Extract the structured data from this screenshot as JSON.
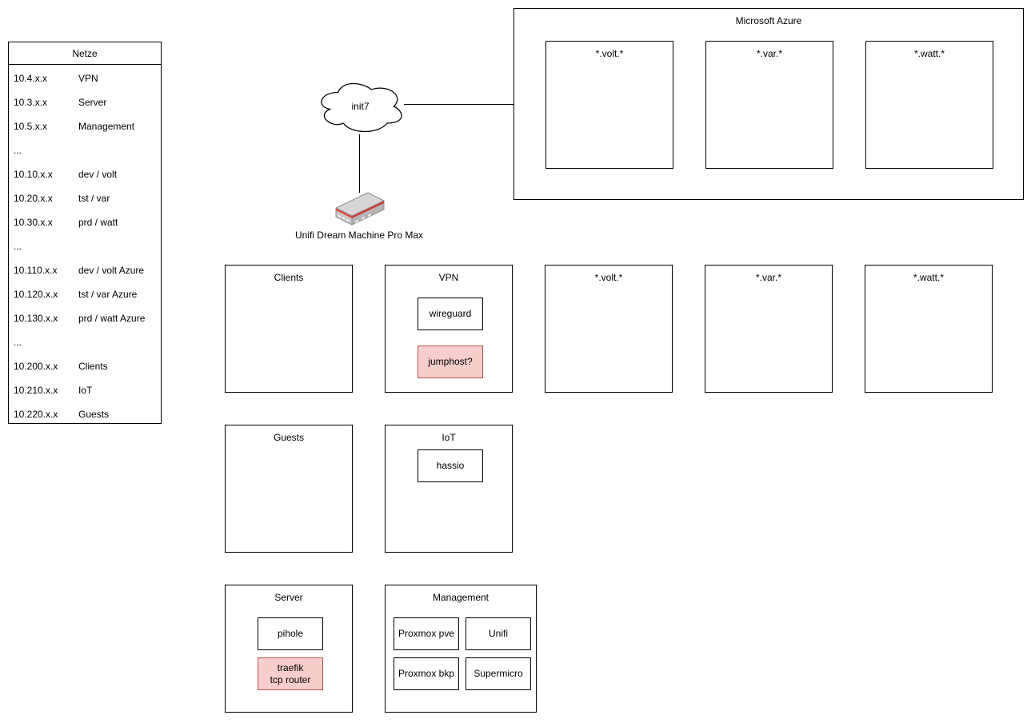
{
  "netze": {
    "title": "Netze",
    "rows": [
      {
        "cidr": "10.4.x.x",
        "label": "VPN"
      },
      {
        "cidr": "10.3.x.x",
        "label": "Server"
      },
      {
        "cidr": "10.5.x.x",
        "label": "Management"
      },
      {
        "cidr": "...",
        "label": ""
      },
      {
        "cidr": "10.10.x.x",
        "label": "dev / volt"
      },
      {
        "cidr": "10.20.x.x",
        "label": "tst / var"
      },
      {
        "cidr": "10.30.x.x",
        "label": "prd / watt"
      },
      {
        "cidr": "...",
        "label": ""
      },
      {
        "cidr": "10.110.x.x",
        "label": "dev / volt Azure"
      },
      {
        "cidr": "10.120.x.x",
        "label": "tst / var Azure"
      },
      {
        "cidr": "10.130.x.x",
        "label": "prd / watt Azure"
      },
      {
        "cidr": "...",
        "label": ""
      },
      {
        "cidr": "10.200.x.x",
        "label": "Clients"
      },
      {
        "cidr": "10.210.x.x",
        "label": "IoT"
      },
      {
        "cidr": "10.220.x.x",
        "label": "Guests"
      }
    ]
  },
  "wan": {
    "cloud_label": "init7",
    "router_label": "Unifi Dream Machine Pro Max"
  },
  "azure": {
    "title": "Microsoft Azure",
    "subnets": [
      {
        "label": "*.volt.*"
      },
      {
        "label": "*.var.*"
      },
      {
        "label": "*.watt.*"
      }
    ]
  },
  "lan": {
    "clients": {
      "title": "Clients"
    },
    "vpn": {
      "title": "VPN",
      "items": [
        {
          "label": "wireguard"
        },
        {
          "label": "jumphost?"
        }
      ]
    },
    "volt": {
      "title": "*.volt.*"
    },
    "var": {
      "title": "*.var.*"
    },
    "watt": {
      "title": "*.watt.*"
    },
    "guests": {
      "title": "Guests"
    },
    "iot": {
      "title": "IoT",
      "items": [
        {
          "label": "hassio"
        }
      ]
    },
    "server": {
      "title": "Server",
      "items": [
        {
          "label": "pihole"
        },
        {
          "label": "traefik\ntcp router"
        }
      ]
    },
    "management": {
      "title": "Management",
      "items": [
        {
          "label": "Proxmox pve"
        },
        {
          "label": "Unifi"
        },
        {
          "label": "Proxmox bkp"
        },
        {
          "label": "Supermicro"
        }
      ]
    }
  },
  "colors": {
    "highlight_fill": "#f8cecc",
    "highlight_border": "#b85450",
    "box_border": "#000000",
    "background": "#ffffff"
  }
}
